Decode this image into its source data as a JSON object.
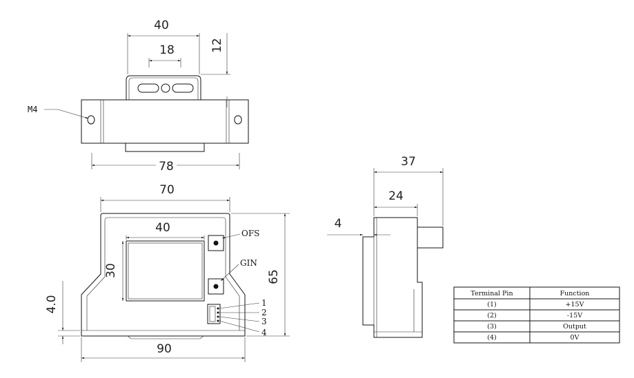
{
  "dimensions": {
    "top_width": "40",
    "top_inner": "18",
    "top_height": "12",
    "mount_width": "78",
    "front_width": "70",
    "window_width": "40",
    "window_height": "30",
    "front_height": "65",
    "base_thickness": "4.0",
    "base_width": "90",
    "side_depth": "37",
    "side_inner": "24",
    "side_wall": "4"
  },
  "labels": {
    "mount_hole": "M4",
    "offset_pot": "OFS",
    "gain_pot": "GIN"
  },
  "pins": [
    "1",
    "2",
    "3",
    "4"
  ],
  "table": {
    "headers": [
      "Terminal Pin",
      "Function"
    ],
    "rows": [
      [
        "(1)",
        "+15V"
      ],
      [
        "(2)",
        "-15V"
      ],
      [
        "(3)",
        "Output"
      ],
      [
        "(4)",
        "0V"
      ]
    ]
  }
}
